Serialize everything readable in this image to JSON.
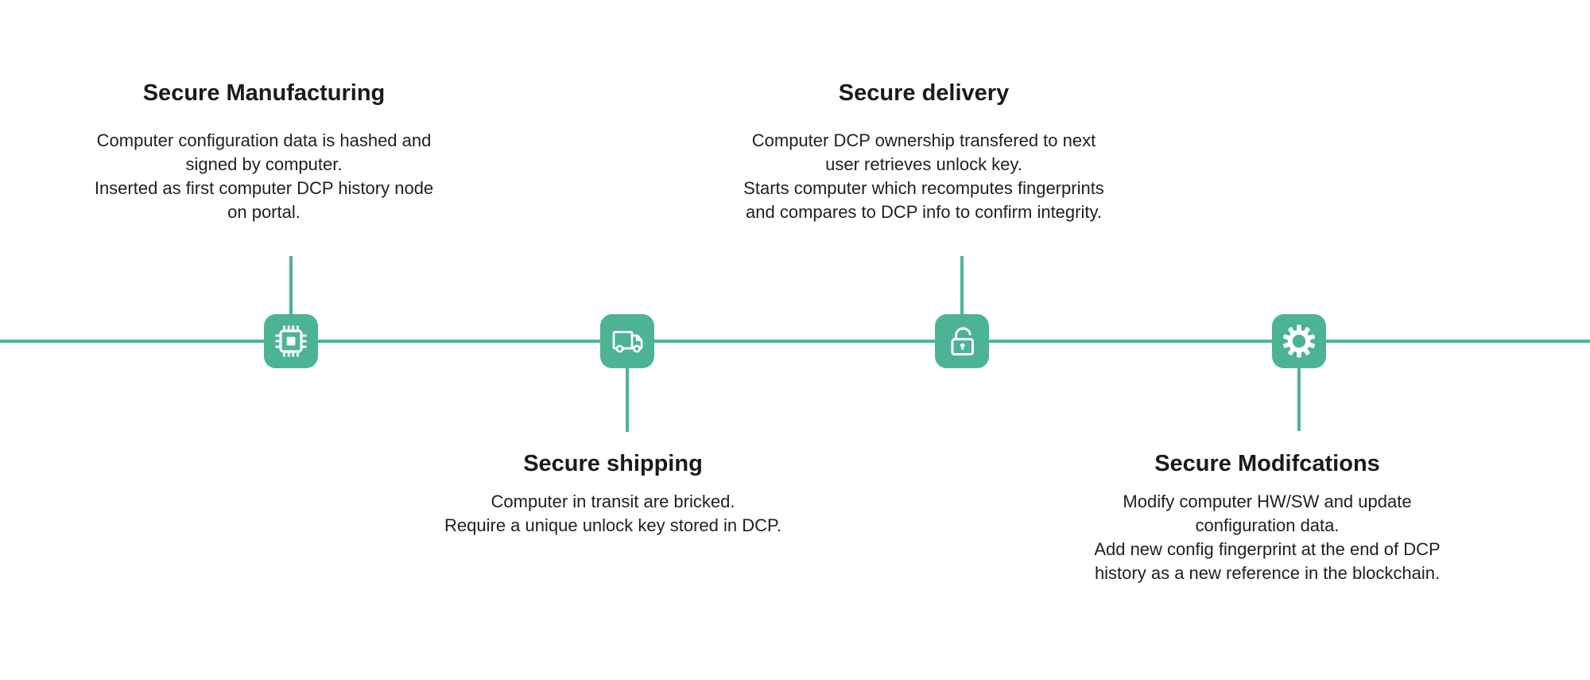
{
  "diagram": {
    "accent_color": "#4CB495",
    "text_color": "#1f1f1f",
    "background_color": "#ffffff",
    "stages": [
      {
        "title": "Secure Manufacturing",
        "icon": "chip-icon",
        "lines": [
          "Computer configuration data is hashed and",
          "signed by computer.",
          "Inserted as first computer DCP history node",
          "on portal."
        ]
      },
      {
        "title": "Secure shipping",
        "icon": "truck-icon",
        "lines": [
          "Computer in transit are bricked.",
          "Require a unique unlock key stored in DCP."
        ]
      },
      {
        "title": "Secure delivery",
        "icon": "unlocked-padlock-icon",
        "lines": [
          "Computer DCP ownership transfered to next",
          "user retrieves unlock key.",
          "Starts computer which recomputes fingerprints",
          "and compares to DCP info to confirm integrity."
        ]
      },
      {
        "title": "Secure Modifcations",
        "icon": "gear-icon",
        "lines": [
          "Modify computer HW/SW and update",
          "configuration data.",
          "Add new config fingerprint at the end of DCP",
          "history as a new reference in the blockchain."
        ]
      }
    ]
  }
}
